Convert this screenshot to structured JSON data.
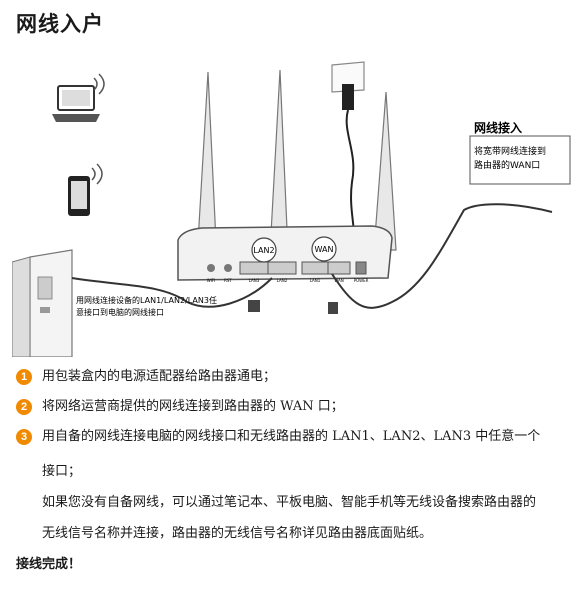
{
  "title": "网线入户",
  "diagram": {
    "wan_box_title": "网线接入",
    "wan_box_text": [
      "将宽带网线连接到",
      "路由器的WAN口"
    ],
    "pc_note": [
      "用网线连接设备的LAN1/LAN2/LAN3任",
      "意接口到电脑的网线接口"
    ],
    "lan_label": "LAN2",
    "wan_label": "WAN",
    "port_labels": [
      "WIFI",
      "RST",
      "LAN3",
      "LAN2",
      "LAN1",
      "WAN",
      "POWER"
    ]
  },
  "steps": [
    {
      "num": "1",
      "text": "用包装盒内的电源适配器给路由器通电；"
    },
    {
      "num": "2",
      "text": "将网络运营商提供的网线连接到路由器的 WAN 口；"
    },
    {
      "num": "3",
      "text": "用自备的网线连接电脑的网线接口和无线路由器的  LAN1、LAN2、LAN3  中任意一个"
    }
  ],
  "step3_continuation": [
    "接口；",
    "如果您没有自备网线，可以通过笔记本、平板电脑、智能手机等无线设备搜索路由器的",
    "无线信号名称并连接，路由器的无线信号名称详见路由器底面贴纸。"
  ],
  "done": "接线完成！"
}
